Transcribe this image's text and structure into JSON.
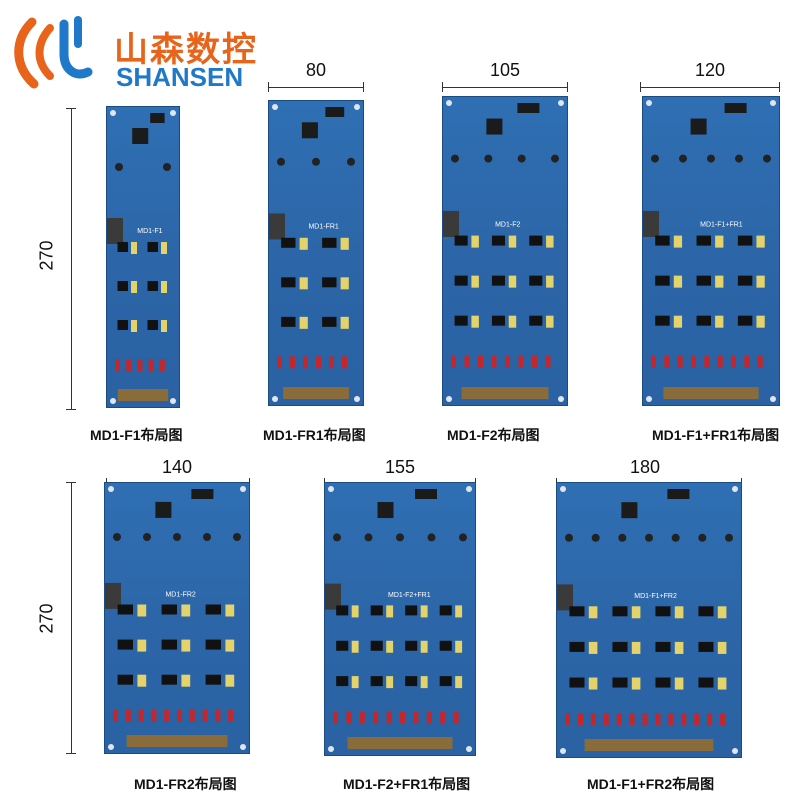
{
  "brand": {
    "name_cn": "山森数控",
    "name_en": "SHANSEN",
    "colors": {
      "orange": "#e8641a",
      "blue": "#1f78c8",
      "board": "#2f6fb3"
    }
  },
  "height_label": "270",
  "boards": [
    {
      "id": "f1",
      "caption": "MD1-F1布局图",
      "width_label": "",
      "board_text": "MD1-F1"
    },
    {
      "id": "fr1",
      "caption": "MD1-FR1布局图",
      "width_label": "80",
      "board_text": "MD1-FR1"
    },
    {
      "id": "f2",
      "caption": "MD1-F2布局图",
      "width_label": "105",
      "board_text": "MD1-F2"
    },
    {
      "id": "f1fr1",
      "caption": "MD1-F1+FR1布局图",
      "width_label": "120",
      "board_text": "MD1-F1+FR1"
    },
    {
      "id": "fr2",
      "caption": "MD1-FR2布局图",
      "width_label": "140",
      "board_text": "MD1-FR2"
    },
    {
      "id": "f2fr1",
      "caption": "MD1-F2+FR1布局图",
      "width_label": "155",
      "board_text": "MD1-F2+FR1"
    },
    {
      "id": "f1fr2",
      "caption": "MD1-F1+FR2布局图",
      "width_label": "180",
      "board_text": "MD1-F1+FR2"
    }
  ]
}
